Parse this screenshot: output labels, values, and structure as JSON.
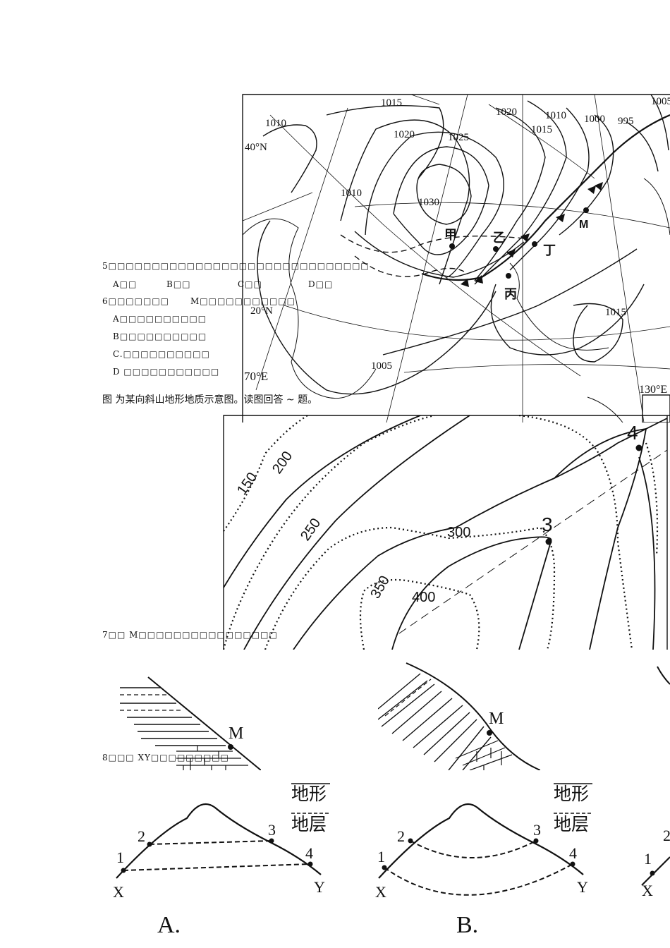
{
  "weather_map": {
    "isobars": [
      "1010",
      "1015",
      "1020",
      "1025",
      "1030",
      "1020",
      "1015",
      "1010",
      "1000",
      "995",
      "1005",
      "1010",
      "1015",
      "1005"
    ],
    "lat_labels": [
      "40°N",
      "20°N"
    ],
    "lon_labels": [
      "70°E",
      "130°E"
    ],
    "points": [
      "甲",
      "乙",
      "丙",
      "丁",
      "M"
    ]
  },
  "questions": {
    "q5": "5□□□□□□□□□□□□□□□□□□□□□□□□□□□□□□",
    "q5_options": [
      "A□□",
      "B□□",
      "C□□",
      "D□□"
    ],
    "q6": "6□□□□□□□",
    "q6_tail": "M□□□□□□□□□□□",
    "q6_options": [
      "A□□□□□□□□□□",
      "B□□□□□□□□□□",
      "C.□□□□□□□□□□",
      "D □□□□□□□□□□□"
    ],
    "caption": "图    为某向斜山地形地质示意图。读图回答    ~    题。",
    "q7": "7□□    M□□□□□□□□□□□□□□□□",
    "q8": "8□□□        XY□□□□□□□□□"
  },
  "contour_map": {
    "labels": [
      "150",
      "200",
      "250",
      "300",
      "350",
      "400"
    ],
    "points": [
      "3",
      "4"
    ]
  },
  "strata": {
    "point_label": "M"
  },
  "profiles": {
    "legend_terrain": "地形",
    "legend_strata": "地层",
    "points": [
      "1",
      "2",
      "3",
      "4"
    ],
    "ends": [
      "X",
      "Y"
    ],
    "options": [
      "A.",
      "B."
    ]
  }
}
